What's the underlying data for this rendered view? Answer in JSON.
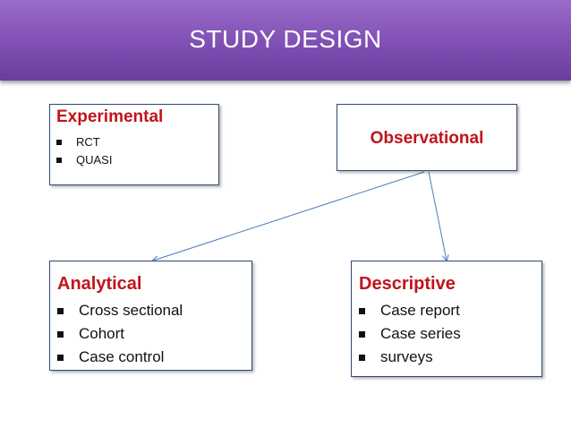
{
  "title": "STUDY DESIGN",
  "colors": {
    "title_bar": "#7f4fb3",
    "heading": "#c0141b",
    "box_border": "#2e4b73",
    "arrow": "#4a7ebb"
  },
  "boxes": {
    "experimental": {
      "heading": "Experimental",
      "items": [
        "RCT",
        "QUASI"
      ]
    },
    "observational": {
      "heading": "Observational",
      "items": []
    },
    "analytical": {
      "heading": "Analytical",
      "items": [
        "Cross sectional",
        "Cohort",
        "Case control"
      ]
    },
    "descriptive": {
      "heading": "Descriptive",
      "items": [
        "Case report",
        "Case series",
        "surveys"
      ]
    }
  },
  "connections": [
    {
      "from": "observational",
      "to": "analytical"
    },
    {
      "from": "observational",
      "to": "descriptive"
    }
  ]
}
